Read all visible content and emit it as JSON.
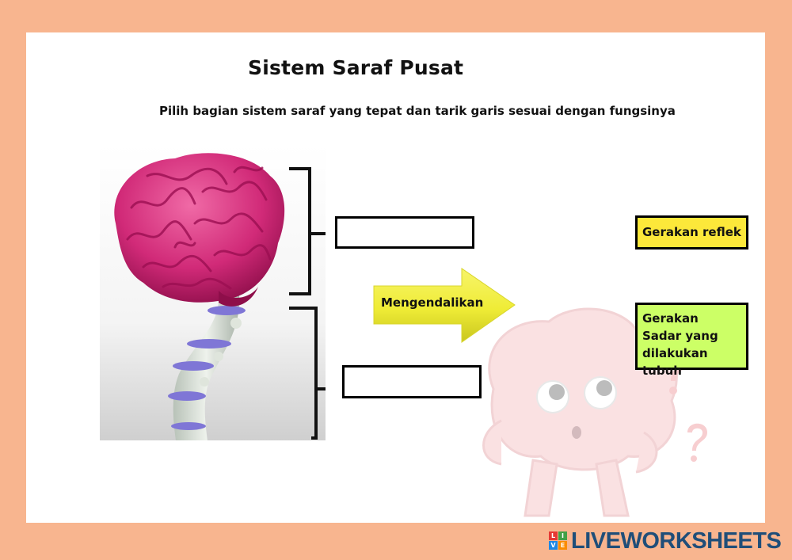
{
  "worksheet": {
    "title": "Sistem Saraf Pusat",
    "instruction": "Pilih bagian sistem saraf  yang tepat dan tarik garis sesuai dengan fungsinya"
  },
  "answer_boxes": [
    {
      "label": "",
      "target": "brain"
    },
    {
      "label": "",
      "target": "spinal-cord"
    }
  ],
  "arrow": {
    "label": "Mengendalikan"
  },
  "options": [
    {
      "label": "Gerakan reflek",
      "color": "#fce83a"
    },
    {
      "label": "Gerakan Sadar yang dilakukan tubuh",
      "color": "#ccff66"
    }
  ],
  "branding": {
    "logo_letters": [
      "L",
      "I",
      "V",
      "E"
    ],
    "name": "LIVEWORKSHEETS"
  },
  "colors": {
    "page_border": "#f8b58f",
    "brain": "#c2185b",
    "arrow": "#f2ee3f",
    "brand": "#1f4e79"
  }
}
